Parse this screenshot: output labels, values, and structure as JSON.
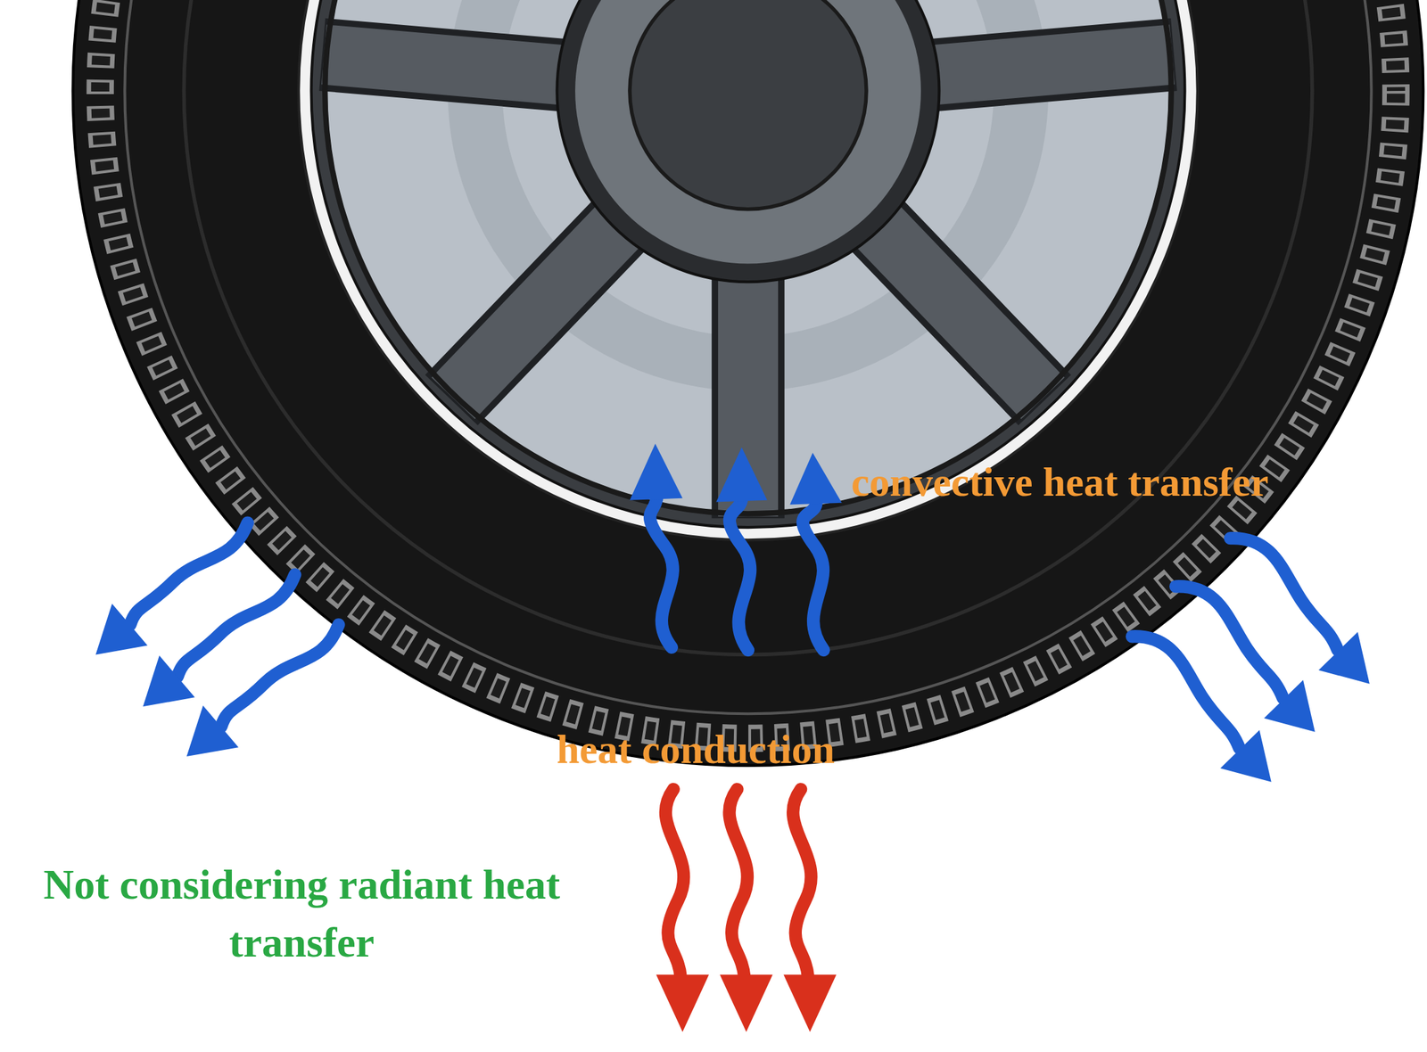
{
  "diagram": {
    "labels": [
      "convective heat transfer",
      "heat conduction",
      "Not considering radiant heat transfer"
    ]
  }
}
